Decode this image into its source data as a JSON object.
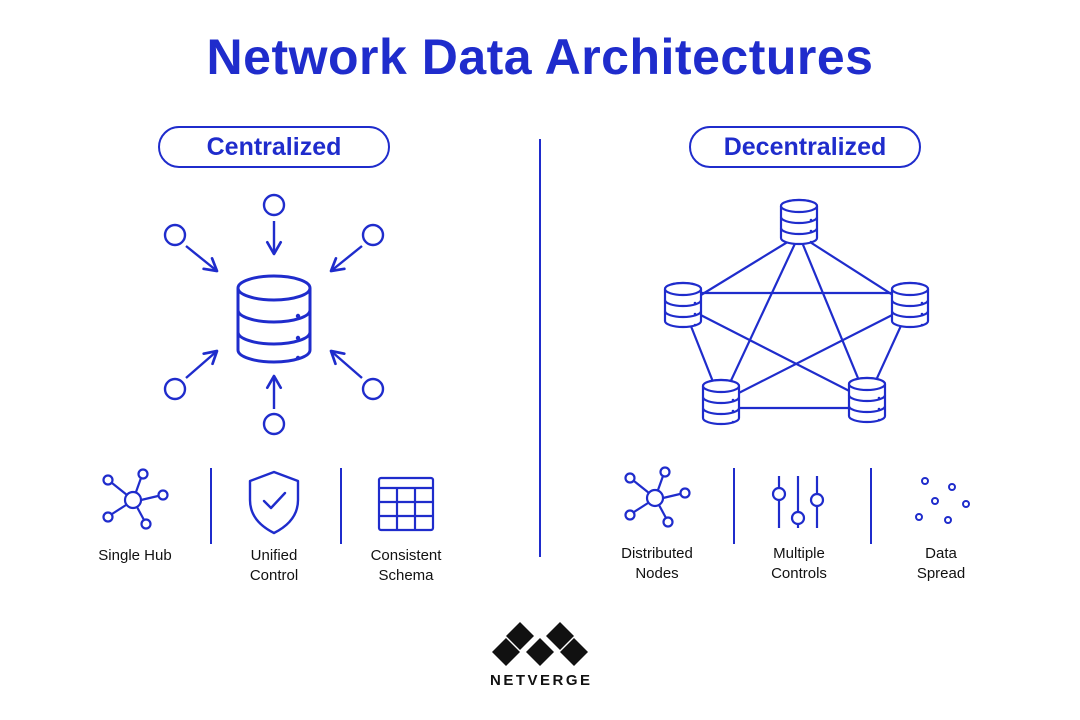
{
  "title": "Network Data Architectures",
  "colors": {
    "accent": "#1f2ccc",
    "text": "#111111",
    "background": "#ffffff"
  },
  "centralized": {
    "label": "Centralized",
    "icon": "database-hub-with-incoming-arrows",
    "features": [
      {
        "label": "Single Hub",
        "icon": "hub-network-icon"
      },
      {
        "label": "Unified\nControl",
        "icon": "shield-check-icon"
      },
      {
        "label": "Consistent\nSchema",
        "icon": "table-grid-icon"
      }
    ]
  },
  "decentralized": {
    "label": "Decentralized",
    "icon": "database-mesh-network",
    "features": [
      {
        "label": "Distributed\nNodes",
        "icon": "hub-network-icon"
      },
      {
        "label": "Multiple\nControls",
        "icon": "sliders-icon"
      },
      {
        "label": "Data\nSpread",
        "icon": "scattered-dots-icon"
      }
    ]
  },
  "logo": {
    "wordmark": "NETVERGE",
    "icon": "netverge-diamond-logo"
  }
}
